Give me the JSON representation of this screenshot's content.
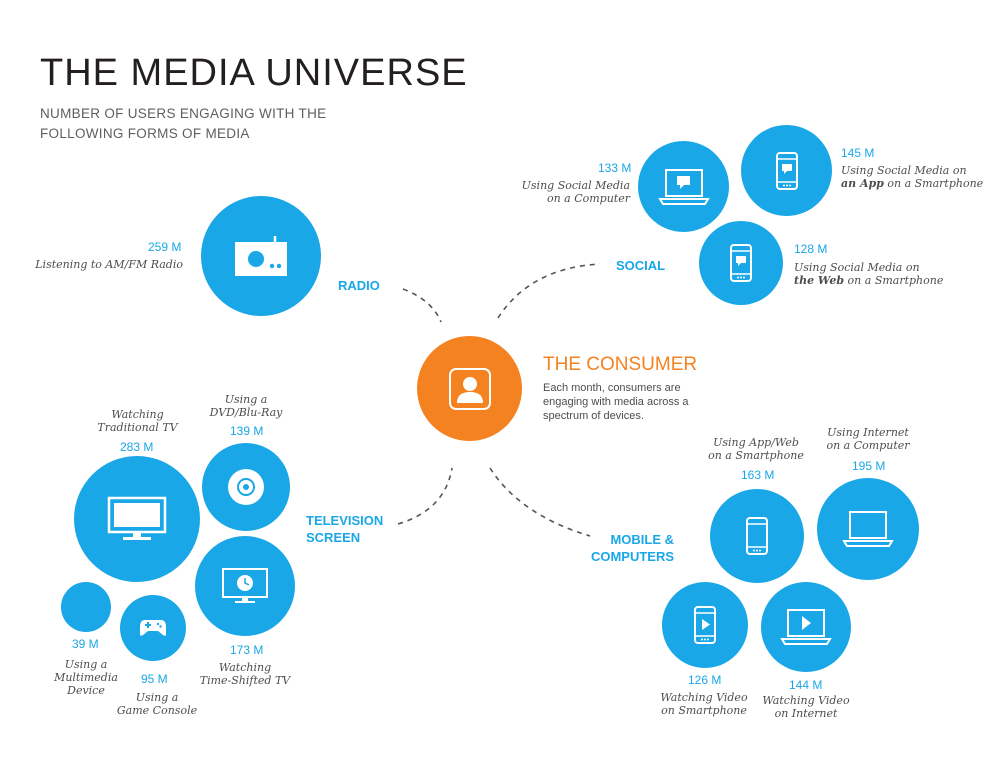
{
  "title": "THE MEDIA UNIVERSE",
  "subtitle": "NUMBER OF USERS ENGAGING WITH THE FOLLOWING FORMS OF MEDIA",
  "consumer": {
    "title": "THE CONSUMER",
    "description": "Each month, consumers are engaging with media across a spectrum of devices.",
    "icon": "person-icon",
    "color": "#f58220"
  },
  "accent_color": "#1aa7e7",
  "categories": {
    "radio": "RADIO",
    "social": "SOCIAL",
    "tv_line1": "TELEVISION",
    "tv_line2": "SCREEN",
    "mobile_line1": "MOBILE &",
    "mobile_line2": "COMPUTERS"
  },
  "items": {
    "radio": {
      "value": "259 M",
      "label": "Listening to AM/FM Radio",
      "icon": "radio-icon"
    },
    "social_computer": {
      "value": "133 M",
      "label_line1": "Using Social Media",
      "label_line2": "on a Computer",
      "icon": "laptop-chat-icon"
    },
    "social_app": {
      "value": "145 M",
      "label_line1": "Using Social Media on",
      "label_bold": "an App",
      "label_rest": " on a Smartphone",
      "icon": "smartphone-chat-icon"
    },
    "social_web": {
      "value": "128 M",
      "label_line1": "Using Social Media on",
      "label_bold": "the Web",
      "label_rest": " on a Smartphone",
      "icon": "smartphone-chat-icon"
    },
    "traditional_tv": {
      "value": "283 M",
      "label_line1": "Watching",
      "label_line2": "Traditional TV",
      "icon": "tv-icon"
    },
    "dvd": {
      "value": "139 M",
      "label_line1": "Using a",
      "label_line2": "DVD/Blu-Ray",
      "icon": "disc-icon"
    },
    "time_shifted": {
      "value": "173 M",
      "label_line1": "Watching",
      "label_line2": "Time-Shifted TV",
      "icon": "tv-clock-icon"
    },
    "game_console": {
      "value": "95 M",
      "label_line1": "Using a",
      "label_line2": "Game Console",
      "icon": "gamepad-icon"
    },
    "multimedia": {
      "value": "39 M",
      "label_line1": "Using a",
      "label_line2": "Multimedia",
      "label_line3": "Device"
    },
    "app_web_phone": {
      "value": "163 M",
      "label_line1": "Using App/Web",
      "label_line2": "on a Smartphone",
      "icon": "smartphone-icon"
    },
    "internet_computer": {
      "value": "195 M",
      "label_line1": "Using Internet",
      "label_line2": "on a Computer",
      "icon": "laptop-icon"
    },
    "video_phone": {
      "value": "126 M",
      "label_line1": "Watching Video",
      "label_line2": "on Smartphone",
      "icon": "smartphone-play-icon"
    },
    "video_internet": {
      "value": "144 M",
      "label_line1": "Watching Video",
      "label_line2": "on Internet",
      "icon": "laptop-play-icon"
    }
  }
}
